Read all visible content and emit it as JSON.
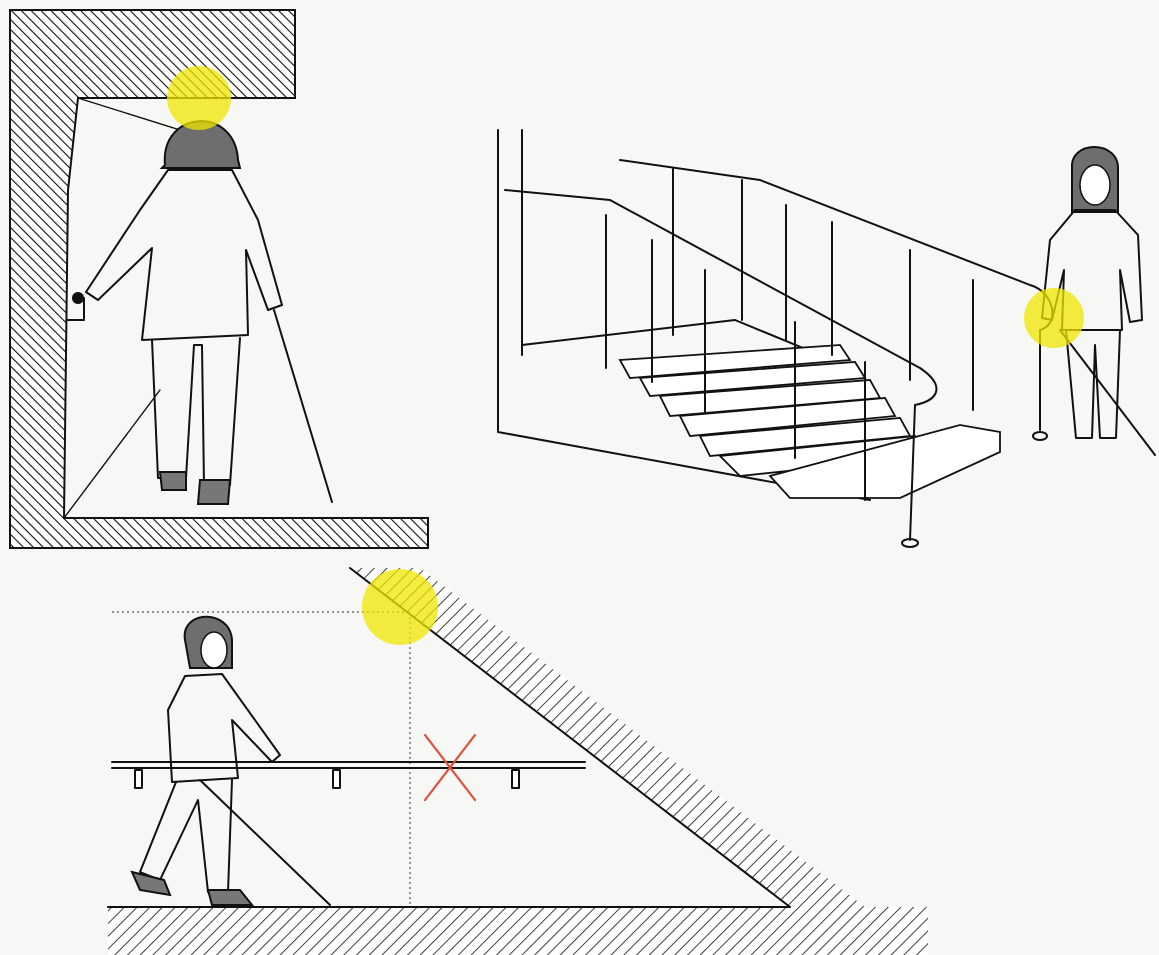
{
  "colors": {
    "background": "#f7f7f5",
    "line": "#111111",
    "highlight": "#f2e600",
    "hair": "#6e6e6e",
    "error_mark": "#e0503c"
  },
  "panels": [
    {
      "id": "top-left",
      "subject": "head-clearance-under-overhang",
      "highlight": "head-contact-point"
    },
    {
      "id": "top-right",
      "subject": "stair-handrail-extension",
      "highlight": "handrail-end-return"
    },
    {
      "id": "bottom",
      "subject": "head-clearance-under-stair",
      "highlight": "head-contact-point",
      "error_mark": "x-cross"
    }
  ]
}
